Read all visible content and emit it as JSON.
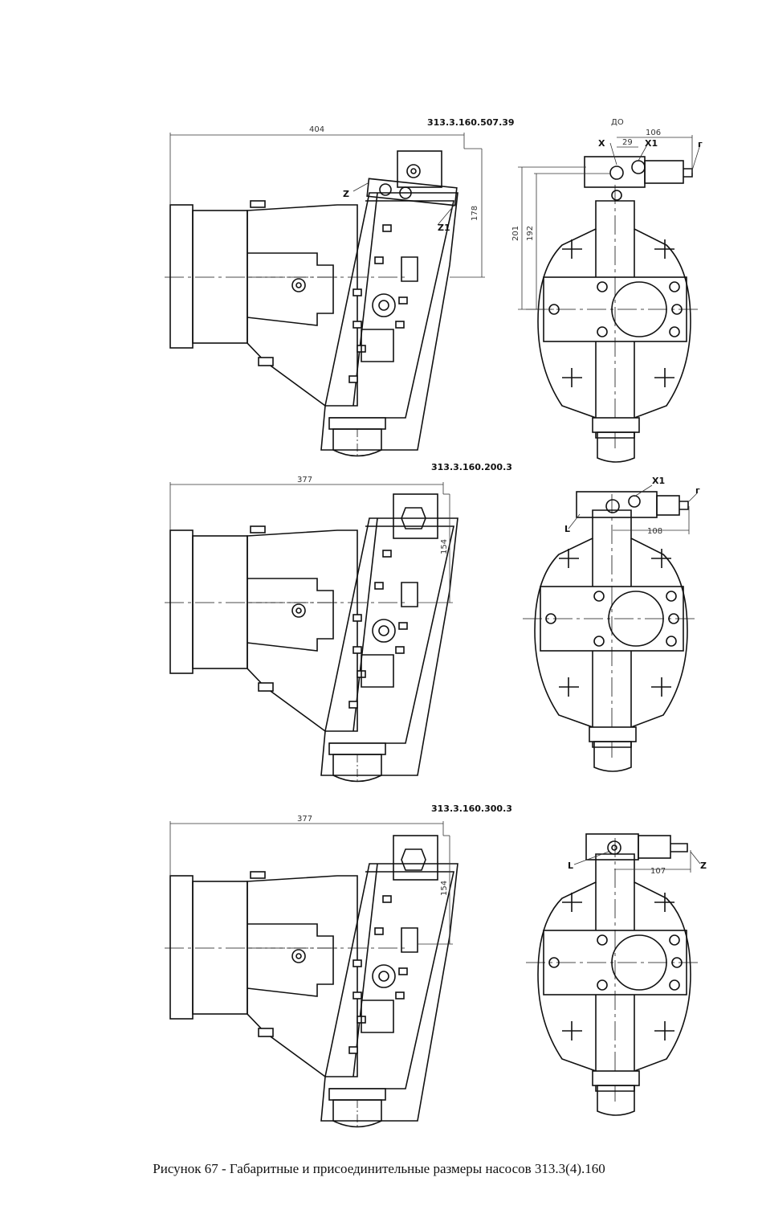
{
  "caption": "Рисунок 67 - Габаритные и присоединительные размеры насосов 313.3(4).160",
  "views": [
    {
      "model": "313.3.160.507.39",
      "dims": {
        "length": "404",
        "height": "178",
        "top_note": "ДО",
        "width": "106",
        "offset": "29",
        "h1": "201",
        "h2": "192"
      },
      "labels": {
        "z": "Z",
        "z1": "Z1",
        "x": "X",
        "x1": "X1",
        "g": "г"
      }
    },
    {
      "model": "313.3.160.200.3",
      "dims": {
        "length": "377",
        "height": "154",
        "width": "108"
      },
      "labels": {
        "x1": "X1",
        "g": "г",
        "l": "L"
      }
    },
    {
      "model": "313.3.160.300.3",
      "dims": {
        "length": "377",
        "height": "154",
        "width": "107"
      },
      "labels": {
        "l": "L",
        "z": "Z"
      }
    }
  ]
}
